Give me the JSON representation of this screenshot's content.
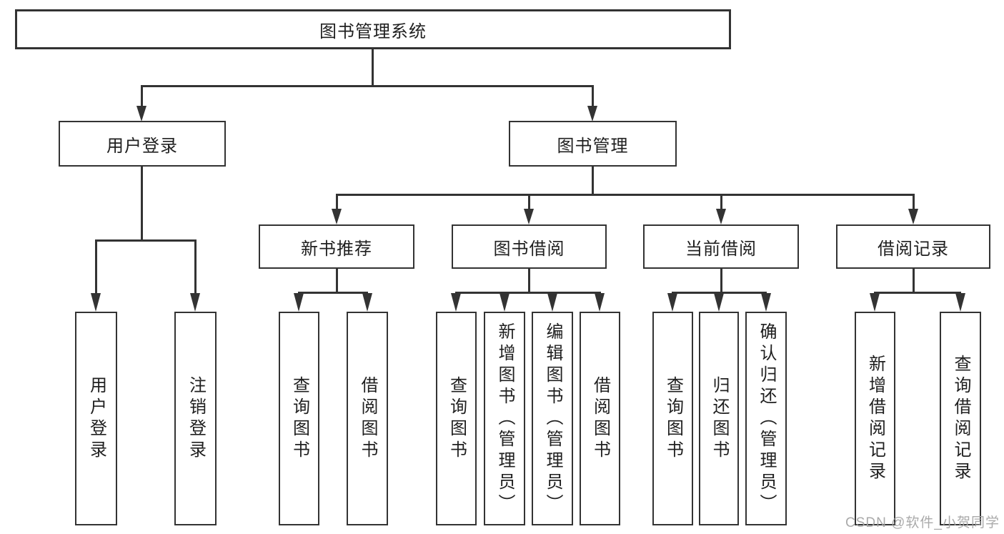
{
  "diagram": {
    "root": {
      "label": "图书管理系统"
    },
    "level2": [
      {
        "label": "用户登录",
        "children": [
          "用户登录",
          "注销登录"
        ]
      },
      {
        "label": "图书管理"
      }
    ],
    "level3": [
      {
        "label": "新书推荐",
        "children": [
          "查询图书",
          "借阅图书"
        ]
      },
      {
        "label": "图书借阅",
        "children": [
          "查询图书",
          "新增图书（管理员）",
          "编辑图书（管理员）",
          "借阅图书"
        ]
      },
      {
        "label": "当前借阅",
        "children": [
          "查询图书",
          "归还图书",
          "确认归还（管理员）"
        ]
      },
      {
        "label": "借阅记录",
        "children": [
          "新增借阅记录",
          "查询借阅记录"
        ]
      }
    ]
  },
  "watermark": {
    "text": "CSDN @软件_小贺同学"
  },
  "colors": {
    "line": "#333333",
    "box_border": "#333333",
    "box_fill": "#ffffff",
    "text": "#1f1f1f",
    "watermark": "#a5a5a5",
    "background": "#ffffff"
  }
}
